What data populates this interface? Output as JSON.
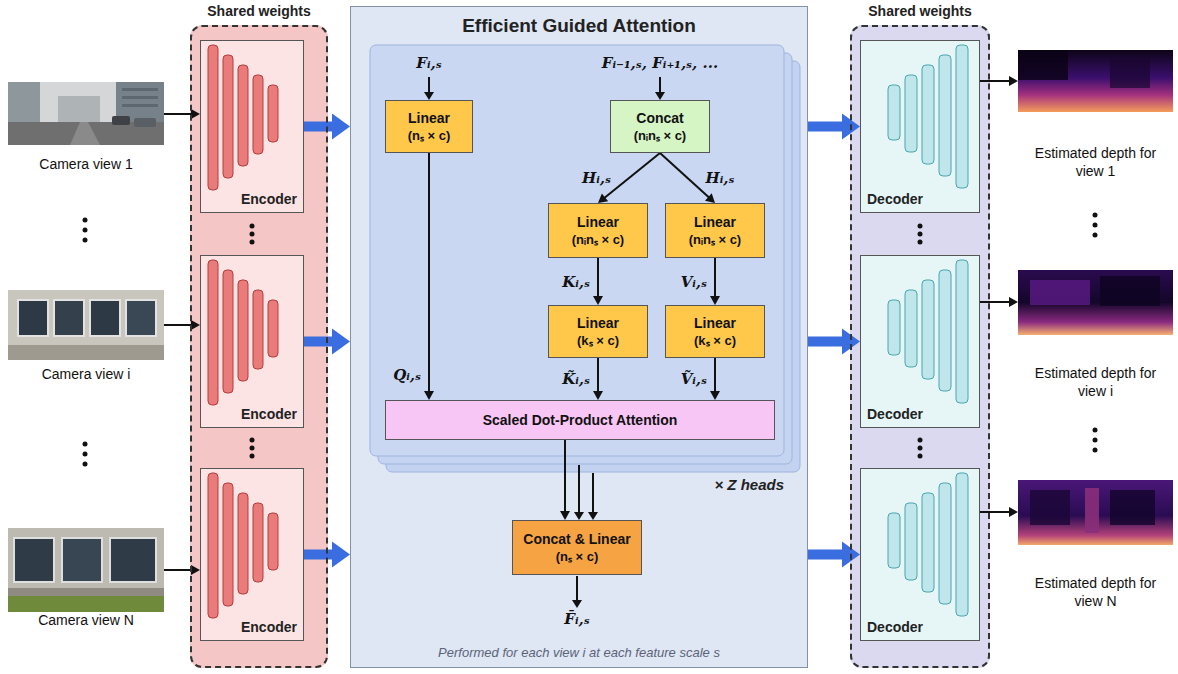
{
  "diagram": {
    "nodes": [
      {
        "text": [
          "Camera view 1"
        ]
      },
      {
        "text": [
          "Camera view i"
        ]
      },
      {
        "text": [
          "Camera view N"
        ]
      },
      {
        "text": [
          "Shared weights"
        ]
      },
      {
        "text": [
          "Encoder"
        ],
        "in": 3
      },
      {
        "text": [
          "Encoder"
        ],
        "in": 3
      },
      {
        "text": [
          "Encoder"
        ],
        "in": 3
      },
      {
        "text": [
          "Efficient Guided Attention",
          "Performed for each view i at each feature scale s"
        ]
      },
      {
        "text": [
          "Linear",
          "(nₛ × c)"
        ],
        "in": 7
      },
      {
        "text": [
          "Concat",
          "(nᵢnₛ × c)"
        ],
        "in": 7
      },
      {
        "text": [
          "Linear",
          "(nᵢnₛ × c)"
        ],
        "in": 7
      },
      {
        "text": [
          "Linear",
          "(nᵢnₛ × c)"
        ],
        "in": 7
      },
      {
        "text": [
          "Linear",
          "(kₛ × c)"
        ],
        "in": 7
      },
      {
        "text": [
          "Linear",
          "(kₛ × c)"
        ],
        "in": 7
      },
      {
        "text": [
          "Scaled Dot-Product Attention"
        ],
        "in": 7
      },
      {
        "text": [
          "Concat & Linear",
          "(nₛ × c)"
        ],
        "in": 7
      },
      {
        "text": [
          "Shared weights"
        ]
      },
      {
        "text": [
          "Decoder"
        ],
        "in": 16
      },
      {
        "text": [
          "Decoder"
        ],
        "in": 16
      },
      {
        "text": [
          "Decoder"
        ],
        "in": 16
      },
      {
        "text": [
          "Estimated depth for view 1"
        ]
      },
      {
        "text": [
          "Estimated depth for view i"
        ]
      },
      {
        "text": [
          "Estimated depth for view N"
        ]
      }
    ],
    "edges": [
      {
        "from": 0,
        "to": 4,
        "arrow": "to"
      },
      {
        "from": 1,
        "to": 5,
        "arrow": "to"
      },
      {
        "from": 2,
        "to": 6,
        "arrow": "to"
      },
      {
        "from": 4,
        "to": 7,
        "arrow": "to"
      },
      {
        "from": 5,
        "to": 7,
        "arrow": "to"
      },
      {
        "from": 6,
        "to": 7,
        "arrow": "to"
      },
      {
        "from": 8,
        "to": 14,
        "label": "Qᵢ,ₛ",
        "arrow": "to"
      },
      {
        "from": 9,
        "to": 10,
        "label": "Hᵢ,ₛ",
        "arrow": "to"
      },
      {
        "from": 9,
        "to": 11,
        "label": "Hᵢ,ₛ",
        "arrow": "to"
      },
      {
        "from": 10,
        "to": 12,
        "label": "Kᵢ,ₛ",
        "arrow": "to"
      },
      {
        "from": 11,
        "to": 13,
        "label": "Vᵢ,ₛ",
        "arrow": "to"
      },
      {
        "from": 12,
        "to": 14,
        "label": "K̃ᵢ,ₛ",
        "arrow": "to"
      },
      {
        "from": 13,
        "to": 14,
        "label": "Ṽᵢ,ₛ",
        "arrow": "to"
      },
      {
        "from": 14,
        "to": 15,
        "arrow": "to"
      },
      {
        "from": 7,
        "to": 17,
        "arrow": "to"
      },
      {
        "from": 7,
        "to": 18,
        "arrow": "to"
      },
      {
        "from": 7,
        "to": 19,
        "arrow": "to"
      },
      {
        "from": 17,
        "to": 20,
        "arrow": "to"
      },
      {
        "from": 18,
        "to": 21,
        "arrow": "to"
      },
      {
        "from": 19,
        "to": 22,
        "arrow": "to"
      }
    ],
    "labels": [
      "Fᵢ,ₛ",
      "Fᵢ₋₁,ₛ, Fᵢ₊₁,ₛ, ...",
      "× Z heads",
      "F̄ᵢ,ₛ"
    ]
  }
}
